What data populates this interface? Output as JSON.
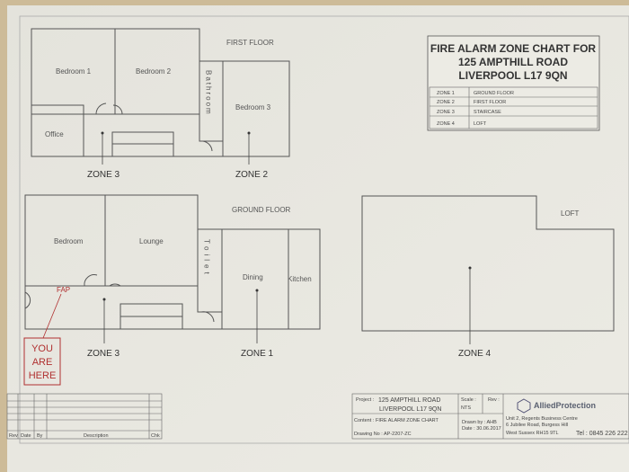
{
  "chart": {
    "title_lines": [
      "FIRE ALARM ZONE CHART FOR",
      "125 AMPTHILL ROAD",
      "LIVERPOOL L17 9QN"
    ],
    "zones": [
      {
        "zone": "ZONE 1",
        "area": "GROUND FLOOR"
      },
      {
        "zone": "ZONE 2",
        "area": "FIRST FLOOR"
      },
      {
        "zone": "ZONE 3",
        "area": "STAIRCASE"
      },
      {
        "zone": "ZONE 4",
        "area": "LOFT"
      }
    ]
  },
  "first_floor": {
    "heading": "FIRST FLOOR",
    "rooms": {
      "bedroom1": "Bedroom 1",
      "bedroom2": "Bedroom 2",
      "bathroom": "Bathroom",
      "bedroom3": "Bedroom 3",
      "office": "Office"
    },
    "zone_left": "ZONE 3",
    "zone_right": "ZONE 2"
  },
  "ground_floor": {
    "heading": "GROUND FLOOR",
    "rooms": {
      "bedroom": "Bedroom",
      "lounge": "Lounge",
      "toilet": "Toilet",
      "dining": "Dining",
      "kitchen": "Kitchen"
    },
    "fap": "FAP",
    "you_are_here": [
      "YOU",
      "ARE",
      "HERE"
    ],
    "zone_left": "ZONE 3",
    "zone_right": "ZONE 1"
  },
  "loft": {
    "heading": "LOFT",
    "zone": "ZONE 4"
  },
  "title_block": {
    "project_label": "Project :",
    "project_line1": "125 AMPTHILL ROAD",
    "project_line2": "LIVERPOOL L17 9QN",
    "scale_label": "Scale :",
    "scale_value": "NTS",
    "rev_label": "Rev :",
    "content_label": "Content :",
    "content_value": "FIRE ALARM ZONE CHART",
    "drawn_by": "Drawn by : AHB",
    "date": "Date : 30.06.2017",
    "drawing_no": "Drawing No : AP-2207-ZC",
    "company": "AlliedProtection",
    "address1": "Unit 2, Regents Business Centre",
    "address2": "6 Jubilee Road, Burgess Hill",
    "address3": "West Sussex RH15 9TL",
    "tel": "Tel : 0845 226 222"
  },
  "revision_table": {
    "headers": [
      "Rev",
      "Date",
      "By",
      "Description",
      "Chk"
    ]
  },
  "colors": {
    "paper": "#e8e7e0",
    "hatch_room": "#8a3a3a",
    "hatch_hall": "#666666",
    "you_are_here": "#b03030"
  }
}
